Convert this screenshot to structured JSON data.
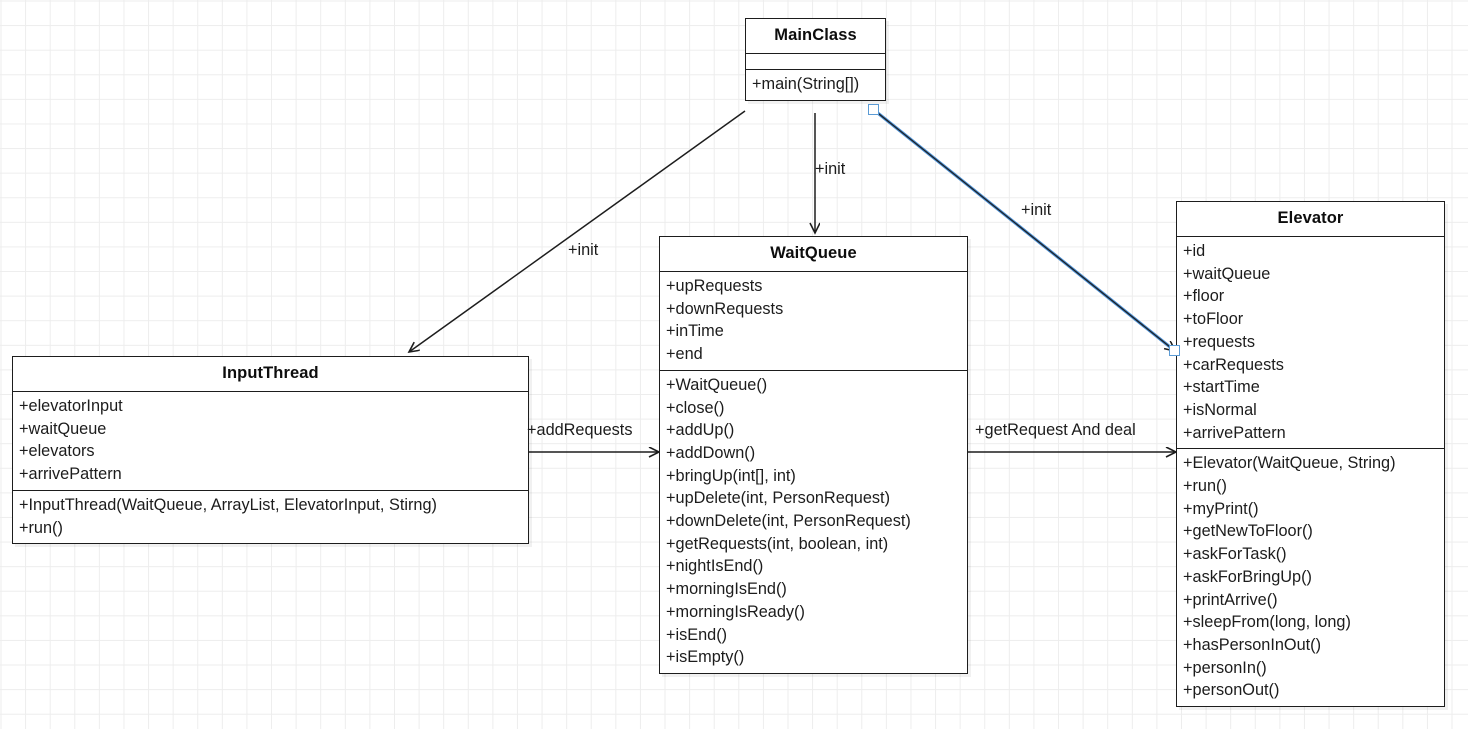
{
  "diagram": {
    "type": "uml-class-diagram",
    "classes": [
      {
        "id": "main-class",
        "name": "MainClass",
        "attributes": [],
        "methods": [
          "+main(String[])"
        ]
      },
      {
        "id": "input-thread",
        "name": "InputThread",
        "attributes": [
          "+elevatorInput",
          "+waitQueue",
          "+elevators",
          "+arrivePattern"
        ],
        "methods": [
          "+InputThread(WaitQueue, ArrayList, ElevatorInput, Stirng)",
          "+run()"
        ]
      },
      {
        "id": "wait-queue",
        "name": "WaitQueue",
        "attributes": [
          "+upRequests",
          "+downRequests",
          "+inTime",
          "+end"
        ],
        "methods": [
          "+WaitQueue()",
          "+close()",
          "+addUp()",
          "+addDown()",
          "+bringUp(int[], int)",
          "+upDelete(int, PersonRequest)",
          "+downDelete(int, PersonRequest)",
          "+getRequests(int, boolean, int)",
          "+nightIsEnd()",
          "+morningIsEnd()",
          "+morningIsReady()",
          "+isEnd()",
          "+isEmpty()"
        ]
      },
      {
        "id": "elevator",
        "name": "Elevator",
        "attributes": [
          "+id",
          "+waitQueue",
          "+floor",
          "+toFloor",
          "+requests",
          "+carRequests",
          "+startTime",
          "+isNormal",
          "+arrivePattern"
        ],
        "methods": [
          "+Elevator(WaitQueue, String)",
          "+run()",
          "+myPrint()",
          "+getNewToFloor()",
          "+askForTask()",
          "+askForBringUp()",
          "+printArrive()",
          "+sleepFrom(long, long)",
          "+hasPersonInOut()",
          "+personIn()",
          "+personOut()"
        ]
      }
    ],
    "edges": [
      {
        "id": "main-to-input-thread",
        "label": "+init",
        "from": "MainClass",
        "to": "InputThread",
        "selected": false
      },
      {
        "id": "main-to-wait-queue",
        "label": "+init",
        "from": "MainClass",
        "to": "WaitQueue",
        "selected": false
      },
      {
        "id": "main-to-elevator",
        "label": "+init",
        "from": "MainClass",
        "to": "Elevator",
        "selected": true
      },
      {
        "id": "input-thread-to-wait-queue",
        "label": "+addRequests",
        "from": "InputThread",
        "to": "WaitQueue",
        "selected": false
      },
      {
        "id": "wait-queue-to-elevator",
        "label": "+getRequest And deal",
        "from": "WaitQueue",
        "to": "Elevator",
        "selected": false
      }
    ],
    "colors": {
      "stroke": "#1d1d1d",
      "selection": "#4b8fd4",
      "grid": "#ededed",
      "background": "#ffffff",
      "text": "#1c1c1c"
    }
  }
}
